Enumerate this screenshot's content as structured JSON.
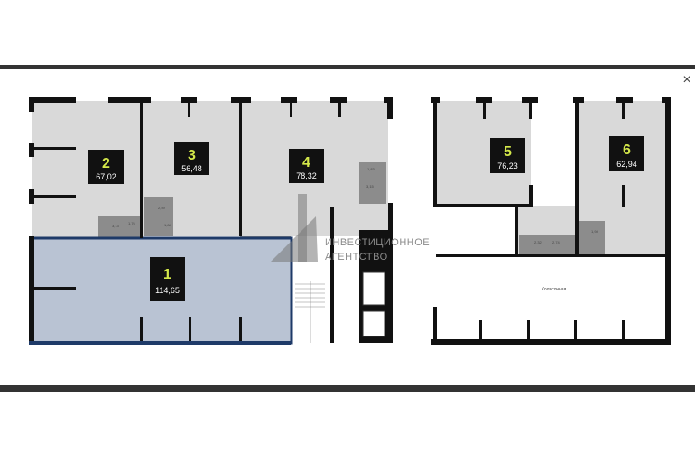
{
  "modal": {
    "close_label": "×"
  },
  "plan": {
    "accent_label_color": "#d4e84a",
    "selected_fill": "#b9c3d3",
    "selected_border": "#1e3a68",
    "units": [
      {
        "number": "1",
        "area": "114,65",
        "selected": true
      },
      {
        "number": "2",
        "area": "67,02"
      },
      {
        "number": "3",
        "area": "56,48"
      },
      {
        "number": "4",
        "area": "78,32"
      },
      {
        "number": "5",
        "area": "76,23"
      },
      {
        "number": "6",
        "area": "62,94"
      }
    ],
    "small_rooms": [
      "3,13",
      "1,76",
      "2,59",
      "1,84",
      "1,83",
      "3,15",
      "2,32",
      "2,74",
      "1,94"
    ],
    "common_room": "Колясочная",
    "watermark": {
      "line1": "ИНВЕСТИЦИОННОЕ",
      "line2": "АГЕНТСТВО",
      "logo": "41"
    }
  }
}
